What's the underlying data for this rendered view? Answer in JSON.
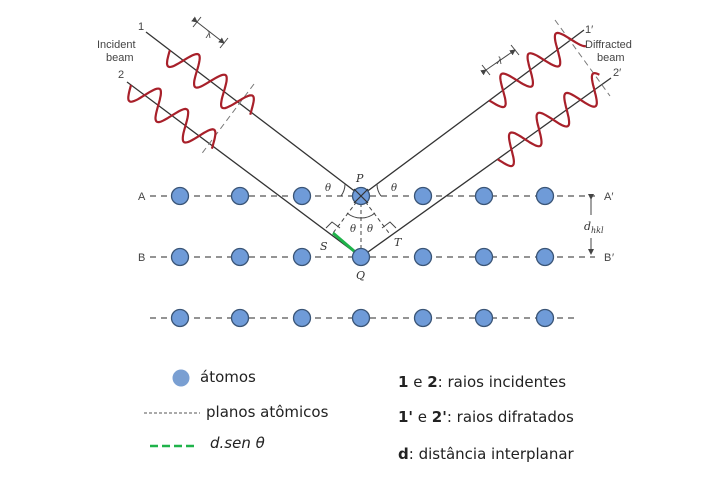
{
  "diagram": {
    "title": "Difração de raios X (Lei de Bragg)",
    "incident": {
      "label_line1": "Incident",
      "label_line2": "beam",
      "ray1": "1",
      "ray2": "2",
      "wavelength": "λ"
    },
    "diffracted": {
      "label_line1": "Diffracted",
      "label_line2": "beam",
      "ray1": "1′",
      "ray2": "2′",
      "wavelength": "λ"
    },
    "planes": {
      "left_top": "A",
      "left_mid": "B",
      "right_top": "A′",
      "right_mid": "B′"
    },
    "points": {
      "P": "P",
      "Q": "Q",
      "S": "S",
      "T": "T"
    },
    "angle": "θ",
    "spacing": {
      "d": "d",
      "sub": "hkl"
    },
    "atoms_per_row": 7,
    "rows": 3,
    "colors": {
      "atom_fill": "#6f9bd8",
      "atom_stroke": "#3a5577",
      "wave": "#a8202a",
      "path_segment": "#1fb34a",
      "line": "#333333"
    }
  },
  "legend": {
    "atoms": "átomos",
    "planes": "planos atômicos",
    "dsen": "d.sen θ"
  },
  "notes": {
    "incident_bold1": "1",
    "incident_mid": " e ",
    "incident_bold2": "2",
    "incident_rest": ": raios incidentes",
    "diffracted_bold1": "1'",
    "diffracted_mid": " e ",
    "diffracted_bold2": "2'",
    "diffracted_rest": ": raios  difratados",
    "d_bold": "d",
    "d_rest": ": distância interplanar"
  }
}
